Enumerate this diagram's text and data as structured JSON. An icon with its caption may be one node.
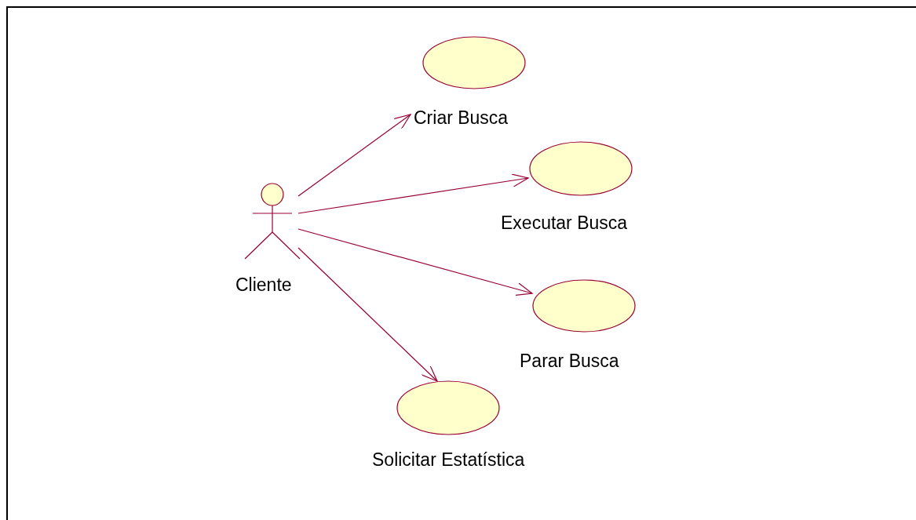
{
  "diagram": {
    "nodes": [
      {
        "text": [
          "Cliente"
        ]
      },
      {
        "text": [
          "Criar Busca"
        ]
      },
      {
        "text": [
          "Executar Busca"
        ]
      },
      {
        "text": [
          "Parar Busca"
        ]
      },
      {
        "text": [
          "Solicitar Estatística"
        ]
      }
    ],
    "edges": [
      {
        "from": 0,
        "to": 1,
        "arrow": "to"
      },
      {
        "from": 0,
        "to": 2,
        "arrow": "to"
      },
      {
        "from": 0,
        "to": 3,
        "arrow": "to"
      },
      {
        "from": 0,
        "to": 4,
        "arrow": "to"
      }
    ]
  }
}
